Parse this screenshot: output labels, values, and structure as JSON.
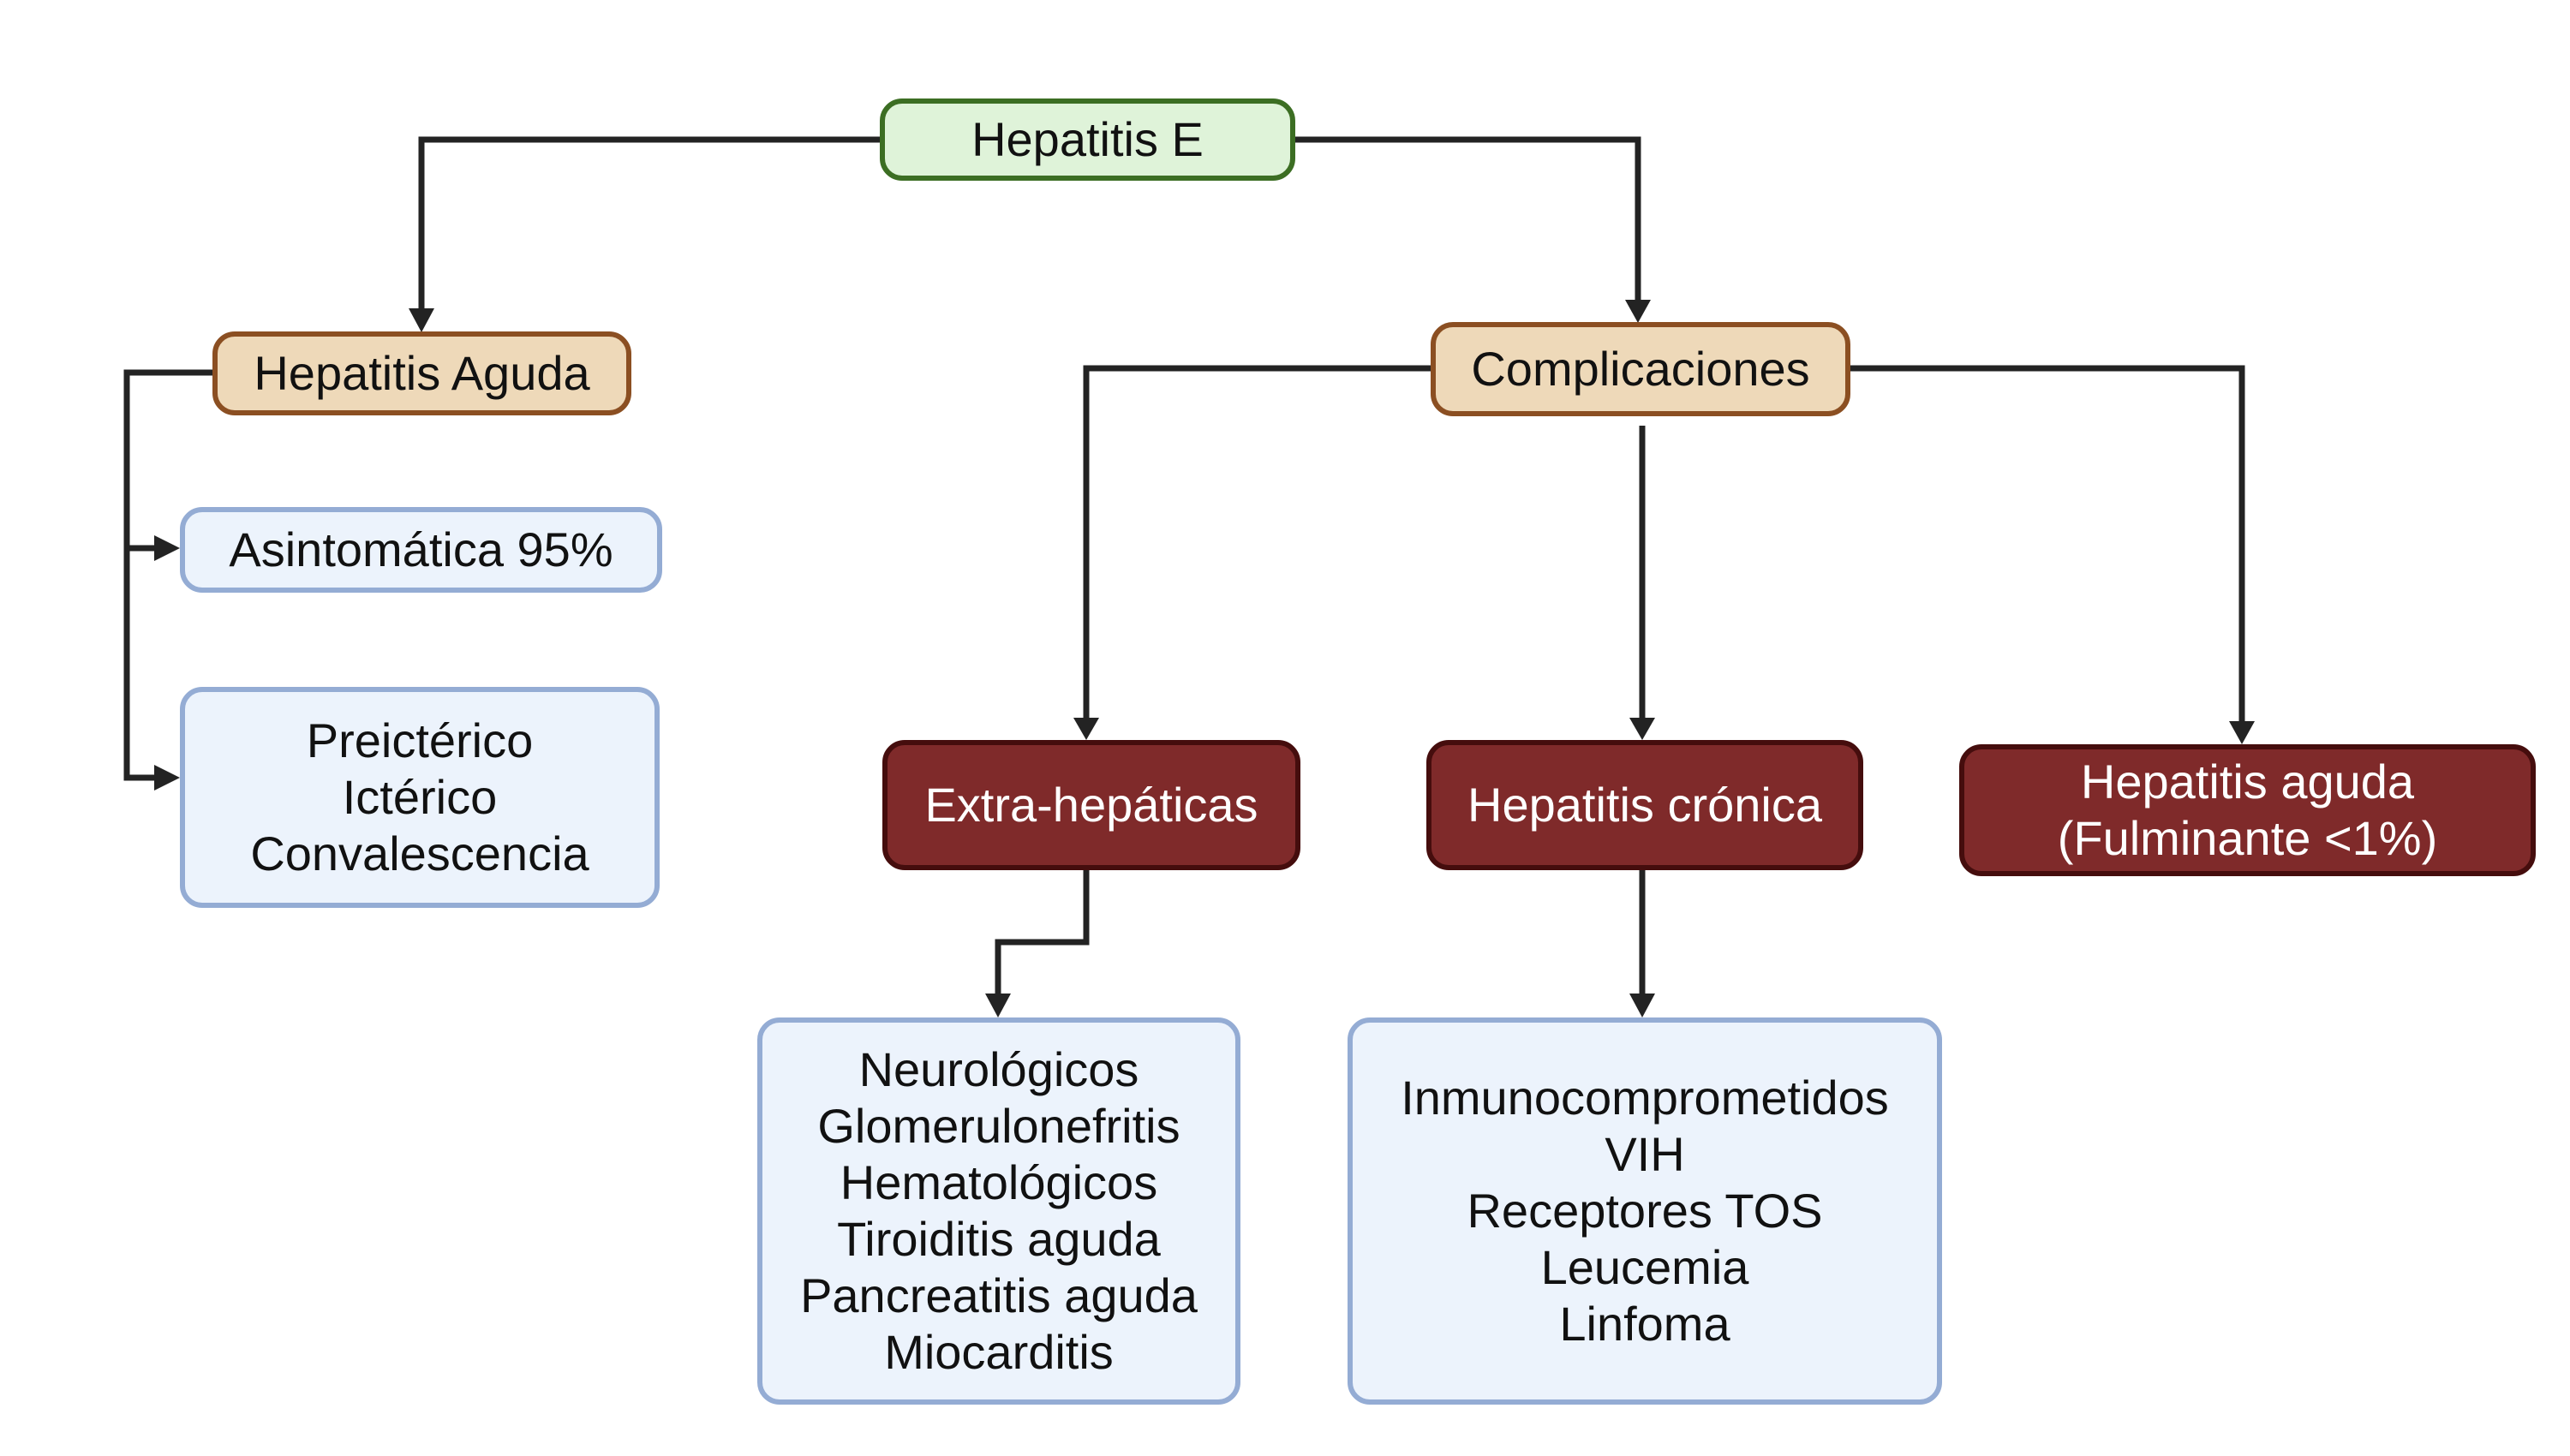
{
  "diagram": {
    "root": {
      "label": "Hepatitis E"
    },
    "acute": {
      "label": "Hepatitis Aguda",
      "children": [
        {
          "lines": [
            "Asintomática 95%"
          ]
        },
        {
          "lines": [
            "Preictérico",
            "Ictérico",
            "Convalescencia"
          ]
        }
      ]
    },
    "complications": {
      "label": "Complicaciones",
      "branches": [
        {
          "label": "Extra-hepáticas",
          "detail": [
            "Neurológicos",
            "Glomerulonefritis",
            "Hematológicos",
            "Tiroiditis aguda",
            "Pancreatitis aguda",
            "Miocarditis"
          ]
        },
        {
          "label": "Hepatitis crónica",
          "detail": [
            "Inmunocomprometidos",
            "VIH",
            "Receptores TOS",
            "Leucemia",
            "Linfoma"
          ]
        },
        {
          "lines": [
            "Hepatitis aguda",
            "(Fulminante <1%)"
          ]
        }
      ]
    }
  },
  "colors": {
    "root_fill": "#dff3d9",
    "root_border": "#3c6e23",
    "category_fill": "#eed9b9",
    "category_border": "#8b4f22",
    "complication_fill": "#7f2a2a",
    "complication_border": "#450d0d",
    "detail_fill": "#ecf3fc",
    "detail_border": "#94acd4",
    "connector": "#232323"
  }
}
